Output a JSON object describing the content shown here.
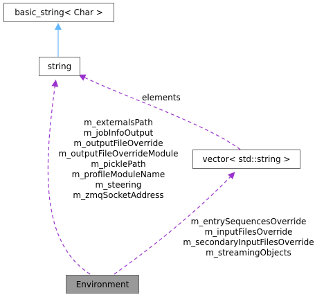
{
  "nodes": {
    "basic_string": "basic_string< Char >",
    "string": "string",
    "vector": "vector< std::string >",
    "environment": "Environment"
  },
  "edge_labels": {
    "elements": "elements",
    "string_members": [
      "m_externalsPath",
      "m_jobInfoOutput",
      "m_outputFileOverride",
      "m_outputFileOverrideModule",
      "m_picklePath",
      "m_profileModuleName",
      "m_steering",
      "m_zmqSocketAddress"
    ],
    "vector_members": [
      "m_entrySequencesOverride",
      "m_inputFilesOverride",
      "m_secondaryInputFilesOverride",
      "m_streamingObjects"
    ]
  },
  "colors": {
    "inheritance_edge": "#63b8ff",
    "usage_edge": "#9a32cd",
    "highlight_node": "#999999",
    "node_border": "#666666"
  }
}
